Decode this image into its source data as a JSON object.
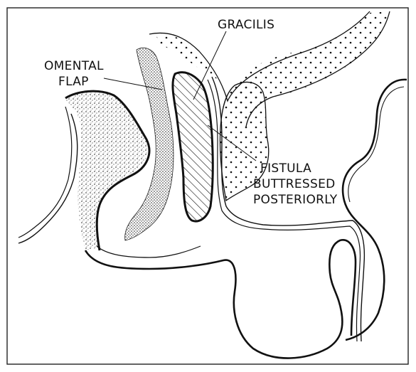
{
  "figure": {
    "labels": {
      "omental_flap_line1": "OMENTAL",
      "omental_flap_line2": "FLAP",
      "gracilis": "GRACILIS",
      "fistula_line1": "FISTULA",
      "fistula_line2": "BUTTRESSED",
      "fistula_line3": "POSTERIORLY"
    },
    "colors": {
      "ink": "#111111",
      "background": "#ffffff"
    }
  }
}
